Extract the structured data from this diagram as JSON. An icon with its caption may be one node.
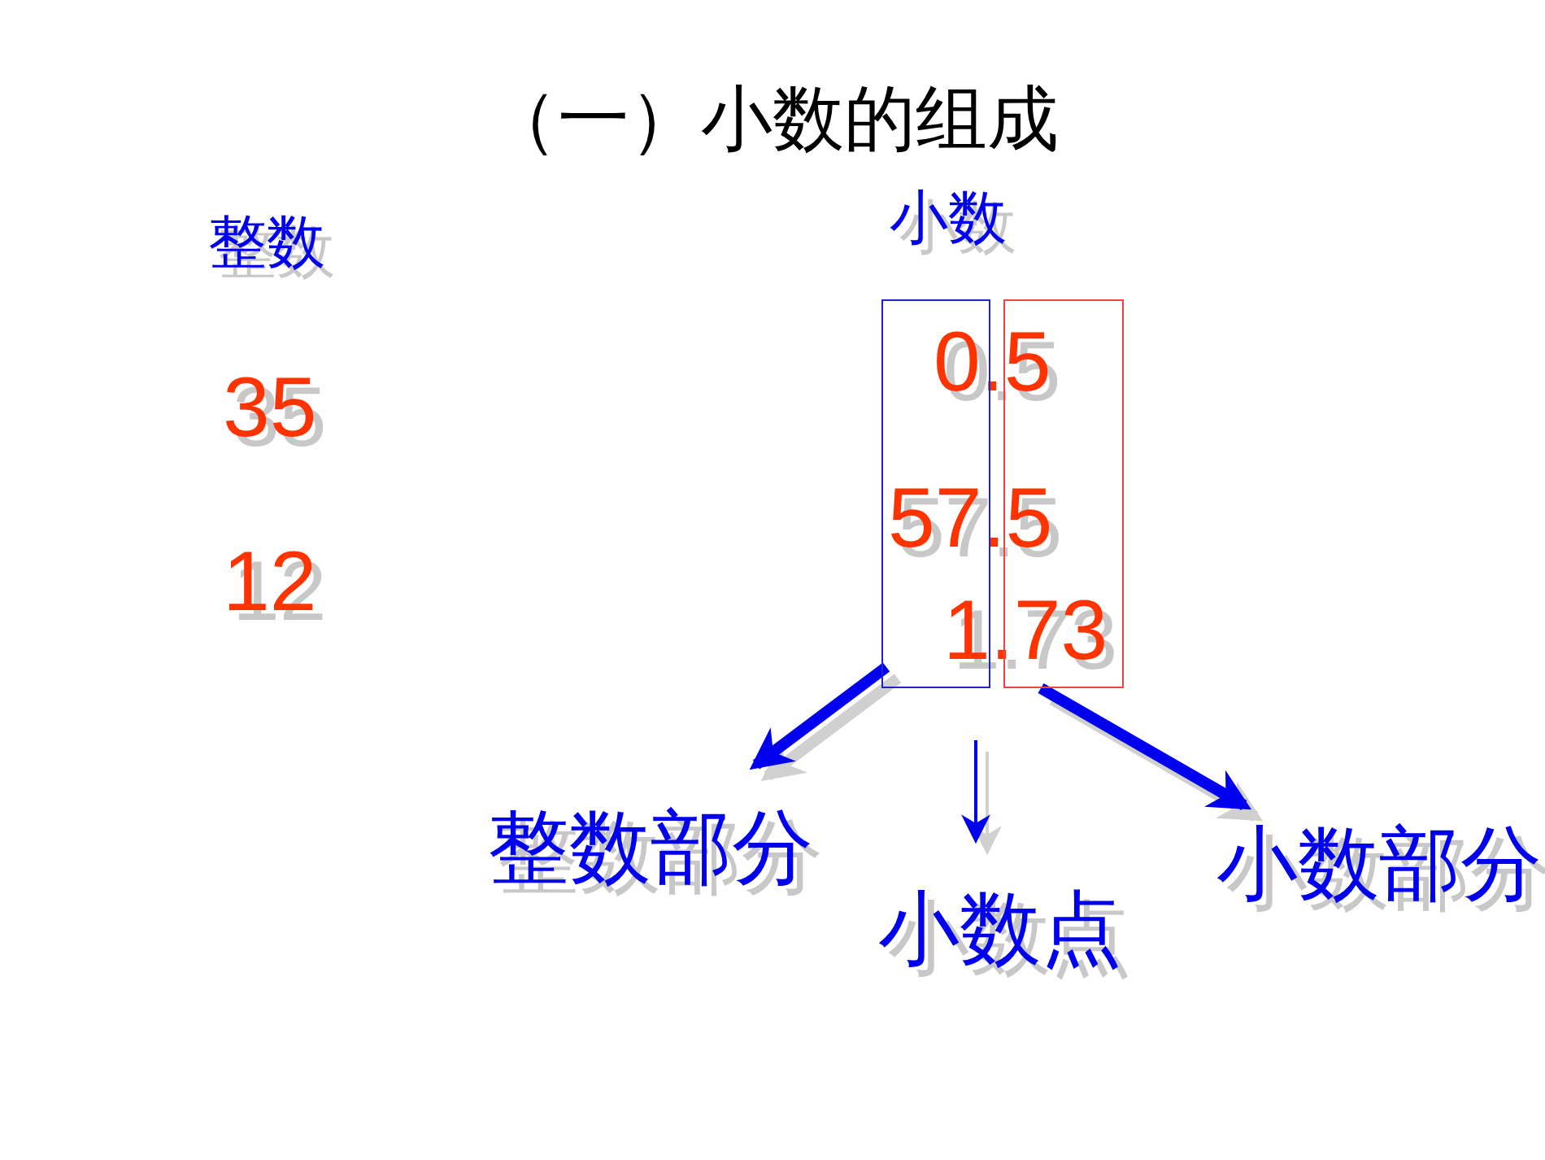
{
  "diagram": {
    "title": "（一）小数的组成",
    "nodes": [
      {
        "text": [],
        "shape": "box"
      },
      {
        "text": [],
        "shape": "box"
      },
      {
        "text": [
          "整数部分"
        ]
      },
      {
        "text": [
          "小数点"
        ]
      },
      {
        "text": [
          "小数部分"
        ]
      }
    ],
    "edges": [
      {
        "from": 0,
        "to": 2,
        "arrow": "to"
      },
      {
        "from": null,
        "to": 3,
        "arrow": "to"
      },
      {
        "from": 1,
        "to": 4,
        "arrow": "to"
      }
    ],
    "labels": [
      "整数",
      "小数",
      "0.5",
      "35",
      "57.5",
      "12",
      "1.73"
    ]
  }
}
